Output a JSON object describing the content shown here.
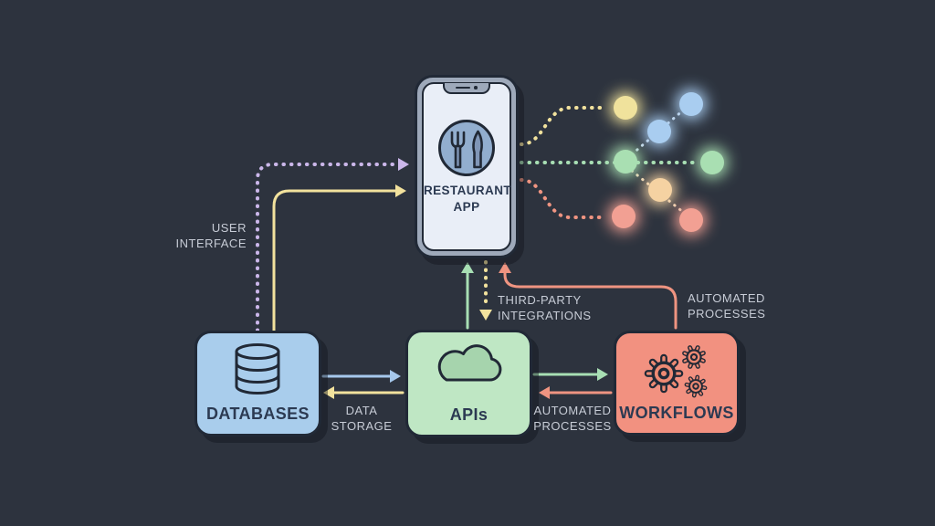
{
  "diagram": {
    "phone": {
      "title": "RESTAURANT\nAPP",
      "icon": "fork-knife-icon"
    },
    "boxes": [
      {
        "id": "databases",
        "label": "DATABASES",
        "icon": "database-icon",
        "color": "#a9cdec"
      },
      {
        "id": "apis",
        "label": "APIs",
        "icon": "cloud-icon",
        "color": "#bfe7c4"
      },
      {
        "id": "workflows",
        "label": "WORKFLOWS",
        "icon": "gears-icon",
        "color": "#f29180"
      }
    ],
    "edge_labels": {
      "user_interface": "USER\nINTERFACE",
      "data_storage": "DATA\nSTORAGE",
      "third_party": "THIRD-PARTY\nINTEGRATIONS",
      "automated_top": "AUTOMATED\nPROCESSES",
      "automated_bottom": "AUTOMATED\nPROCESSES"
    },
    "network_nodes": [
      {
        "name": "node-yellow-left",
        "color": "#f0e29c"
      },
      {
        "name": "node-blue-top",
        "color": "#a9cdf0"
      },
      {
        "name": "node-blue-mid",
        "color": "#a9cdf0"
      },
      {
        "name": "node-green-left",
        "color": "#a9dfb2"
      },
      {
        "name": "node-green-right",
        "color": "#a9dfb2"
      },
      {
        "name": "node-peach",
        "color": "#f5d2a2"
      },
      {
        "name": "node-red-left",
        "color": "#f2a093"
      },
      {
        "name": "node-red-right",
        "color": "#f2a093"
      }
    ]
  },
  "colors": {
    "bg": "#2d333e",
    "outline": "#212936",
    "labelDark": "#2c3a52",
    "labelGray": "#c7ccd6",
    "yellow": "#f2e29d",
    "purple": "#cbb7ea",
    "blue": "#a6c8ec",
    "green": "#a8dfb4",
    "salmon": "#ef9481",
    "boxBlue": "#a9cdec",
    "boxGreen": "#bfe7c4",
    "boxSalmon": "#f29180",
    "cloudFill": "#a6d4ad",
    "gearFill": "#ee8a73",
    "phoneFrame": "#9ea9ba",
    "screen": "#e9eef7",
    "iconCircle": "#92aecf",
    "utensil": "#8096b7",
    "nodeYellow": "#f0e29c",
    "nodeBlue": "#a9cdf0",
    "nodeGreen": "#a9dfb2",
    "nodePeach": "#f5d2a2",
    "nodeRed": "#f2a093",
    "diagBlue": "#c9daee",
    "diagPeach": "#f0d6b8"
  }
}
